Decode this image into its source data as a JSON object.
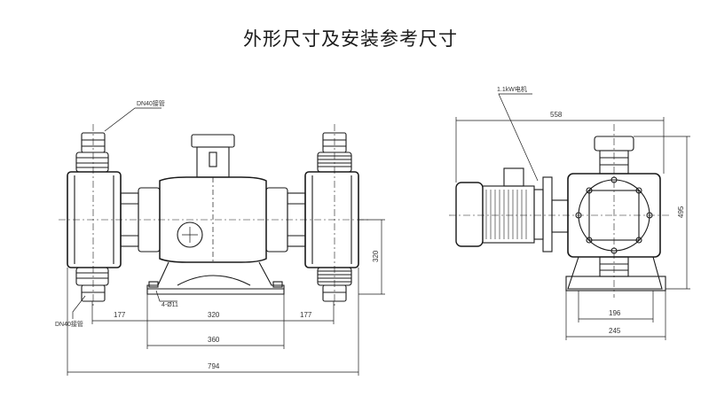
{
  "title": "外形尺寸及安装参考尺寸",
  "front_view": {
    "callouts": {
      "outlet_pipe": "DN40接管",
      "inlet_pipe": "DN40接管",
      "bolt_holes": "4-Ø11"
    },
    "dimensions": {
      "left_span": "177",
      "center_span": "320",
      "right_span": "177",
      "base_length": "360",
      "overall_length": "794",
      "shaft_height": "320"
    }
  },
  "side_view": {
    "callouts": {
      "motor": "1.1kW电机"
    },
    "dimensions": {
      "overall_depth": "558",
      "overall_height": "495",
      "base_inner": "196",
      "base_outer": "245"
    }
  }
}
